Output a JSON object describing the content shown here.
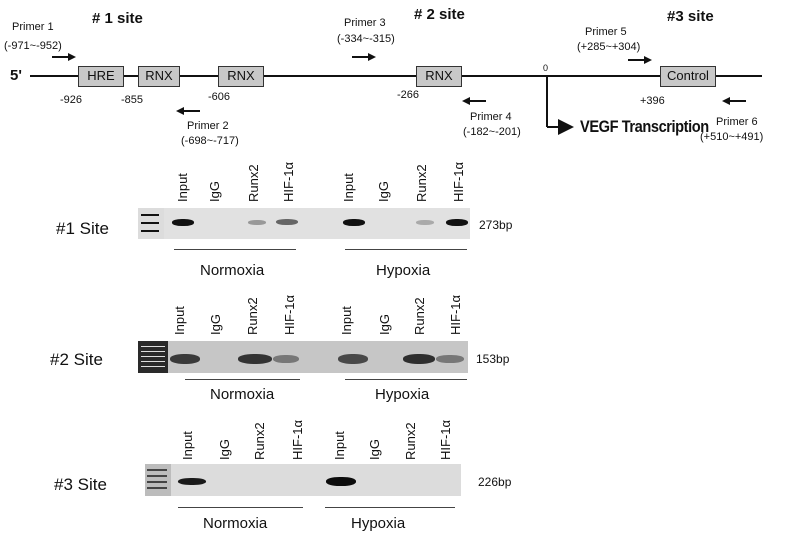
{
  "promoter_map": {
    "five_prime": "5'",
    "sites": [
      {
        "title": "# 1 site"
      },
      {
        "title": "# 2 site"
      },
      {
        "title": "#3  site"
      }
    ],
    "elements": [
      {
        "label": "HRE"
      },
      {
        "label": "RNX"
      },
      {
        "label": "RNX"
      },
      {
        "label": "RNX"
      },
      {
        "label": "Control"
      }
    ],
    "coordinates": [
      "-926",
      "-855",
      "-606",
      "-266",
      "0",
      "+396"
    ],
    "primers": [
      {
        "name": "Primer 1",
        "range": "(-971~-952)",
        "direction": "forward"
      },
      {
        "name": "Primer 2",
        "range": "(-698~-717)",
        "direction": "reverse"
      },
      {
        "name": "Primer 3",
        "range": "(-334~-315)",
        "direction": "forward"
      },
      {
        "name": "Primer 4",
        "range": "(-182~-201)",
        "direction": "reverse"
      },
      {
        "name": "Primer 5",
        "range": "(+285~+304)",
        "direction": "forward"
      },
      {
        "name": "Primer 6",
        "range": "(+510~+491)",
        "direction": "reverse"
      }
    ],
    "transcription_label": "VEGF Transcription"
  },
  "gels": [
    {
      "row_label": "#1 Site",
      "product_size": "273bp",
      "lanes": [
        "Input",
        "IgG",
        "Runx2",
        "HIF-1α",
        "Input",
        "IgG",
        "Runx2",
        "HIF-1α"
      ],
      "band_intensity": [
        1.0,
        0.0,
        0.3,
        0.6,
        0.95,
        0.0,
        0.3,
        0.95
      ],
      "groups": [
        "Normoxia",
        "Hypoxia"
      ]
    },
    {
      "row_label": "#2 Site",
      "product_size": "153bp",
      "lanes": [
        "Input",
        "IgG",
        "Runx2",
        "HIF-1α",
        "Input",
        "IgG",
        "Runx2",
        "HIF-1α"
      ],
      "band_intensity": [
        0.85,
        0.0,
        0.85,
        0.6,
        0.75,
        0.0,
        0.85,
        0.6
      ],
      "groups": [
        "Normoxia",
        "Hypoxia"
      ]
    },
    {
      "row_label": "#3 Site",
      "product_size": "226bp",
      "lanes": [
        "Input",
        "IgG",
        "Runx2",
        "HIF-1α",
        "Input",
        "IgG",
        "Runx2",
        "HIF-1α"
      ],
      "band_intensity": [
        0.9,
        0.0,
        0.0,
        0.0,
        1.0,
        0.0,
        0.0,
        0.0
      ],
      "groups": [
        "Normoxia",
        "Hypoxia"
      ]
    }
  ]
}
